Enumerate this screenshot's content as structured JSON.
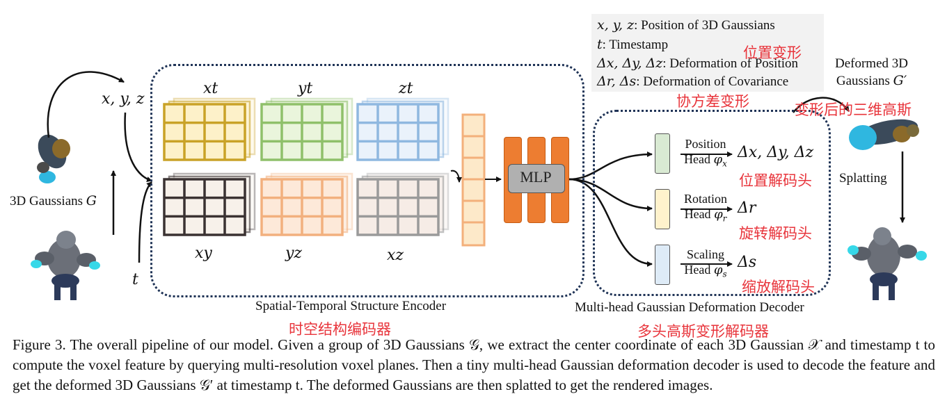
{
  "left_inputs": {
    "xyz": "x, y, z",
    "t": "t",
    "gaussians_label": "3D Gaussians ",
    "gaussians_symbol": "G"
  },
  "encoder": {
    "planes": [
      {
        "label": "xt",
        "color": "#c9a227",
        "fill": "#fdf1c9",
        "row": 0,
        "col": 0
      },
      {
        "label": "yt",
        "color": "#8fc06a",
        "fill": "#eaf5dc",
        "row": 0,
        "col": 1
      },
      {
        "label": "zt",
        "color": "#8fb8e0",
        "fill": "#eaf2fb",
        "row": 0,
        "col": 2
      },
      {
        "label": "xy",
        "color": "#3a3232",
        "fill": "#f7f1ea",
        "row": 1,
        "col": 0
      },
      {
        "label": "yz",
        "color": "#f2b07e",
        "fill": "#fde9d9",
        "row": 1,
        "col": 1
      },
      {
        "label": "xz",
        "color": "#9a9a9a",
        "fill": "#f6ece6",
        "row": 1,
        "col": 2
      }
    ],
    "title": "Spatial-Temporal Structure Encoder",
    "title_zh": "时空结构编码器",
    "mlp_label": "MLP"
  },
  "legend": {
    "line1_sym": "x, y, z",
    "line1_text": ": Position of 3D Gaussians",
    "line2_sym": "t",
    "line2_text": ": Timestamp",
    "line3_sym": "Δx, Δy, Δz",
    "line3_text": ": Deformation of Position",
    "line4_sym": "Δr, Δs",
    "line4_text": ": Deformation of Covariance",
    "zh_position": "位置变形",
    "zh_covariance": "协方差变形"
  },
  "decoder": {
    "heads": [
      {
        "name": "Position",
        "head": "Head ",
        "phi": "φ",
        "sub": "x",
        "output": "Δx, Δy, Δz",
        "zh": "位置解码头",
        "color": "#d9ead3"
      },
      {
        "name": "Rotation",
        "head": "Head ",
        "phi": "φ",
        "sub": "r",
        "output": "Δr",
        "zh": "旋转解码头",
        "color": "#fff2cc"
      },
      {
        "name": "Scaling",
        "head": "Head ",
        "phi": "φ",
        "sub": "s",
        "output": "Δs",
        "zh": "缩放解码头",
        "color": "#deebf7"
      }
    ],
    "title": "Multi-head Gaussian Deformation Decoder",
    "title_zh": "多头高斯变形解码器"
  },
  "right_outputs": {
    "deformed_line1": "Deformed 3D",
    "deformed_line2": "Gaussians ",
    "deformed_symbol": "G′",
    "deformed_zh": "变形后的三维高斯",
    "splatting": "Splatting"
  },
  "caption": {
    "text": "Figure 3. The overall pipeline of our model. Given a group of 3D Gaussians 𝒢, we extract the center coordinate of each 3D Gaussian 𝒳 and timestamp t to compute the voxel feature by querying multi-resolution voxel planes. Then a tiny multi-head Gaussian deformation decoder is used to decode the feature and get the deformed 3D Gaussians 𝒢′ at timestamp t. The deformed Gaussians are then splatted to get the rendered images."
  }
}
